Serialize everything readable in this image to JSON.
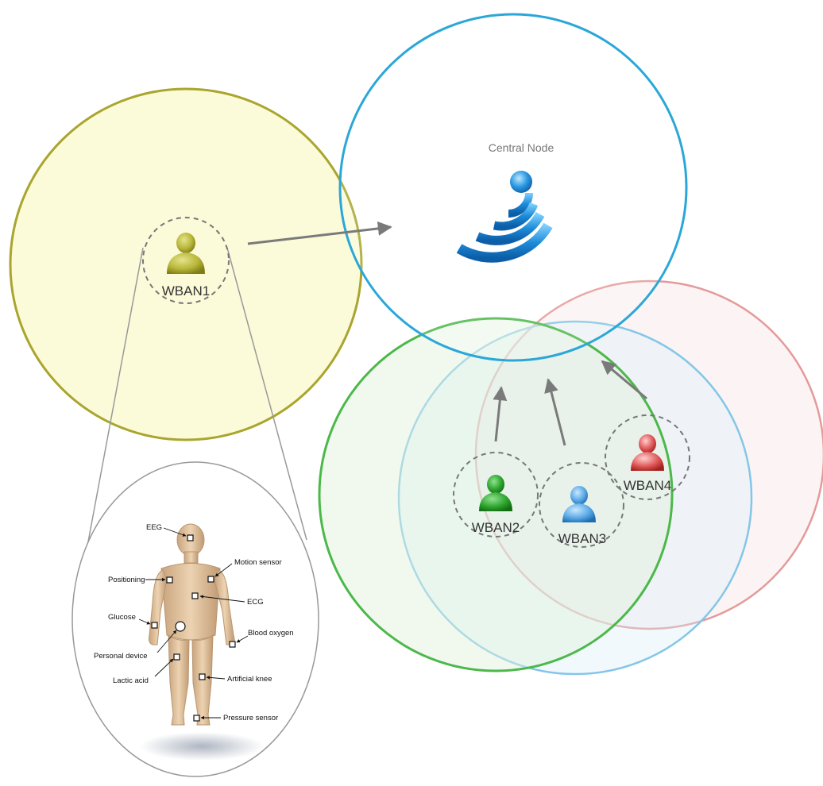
{
  "central_node": {
    "label": "Central Node",
    "icon": "wifi-signal-icon",
    "color": "#1e88d4"
  },
  "wbans": [
    {
      "label": "WBAN1",
      "color": "#a8a62a"
    },
    {
      "label": "WBAN2",
      "color": "#2e9a2e"
    },
    {
      "label": "WBAN3",
      "color": "#4a9ee0"
    },
    {
      "label": "WBAN4",
      "color": "#d84848"
    }
  ],
  "sensors": {
    "eeg": "EEG",
    "motion": "Motion sensor",
    "positioning": "Positioning",
    "ecg": "ECG",
    "glucose": "Glucose",
    "blood_oxygen": "Blood oxygen",
    "personal_device": "Personal device",
    "lactic_acid": "Lactic acid",
    "artificial_knee": "Artificial knee",
    "pressure": "Pressure sensor"
  }
}
